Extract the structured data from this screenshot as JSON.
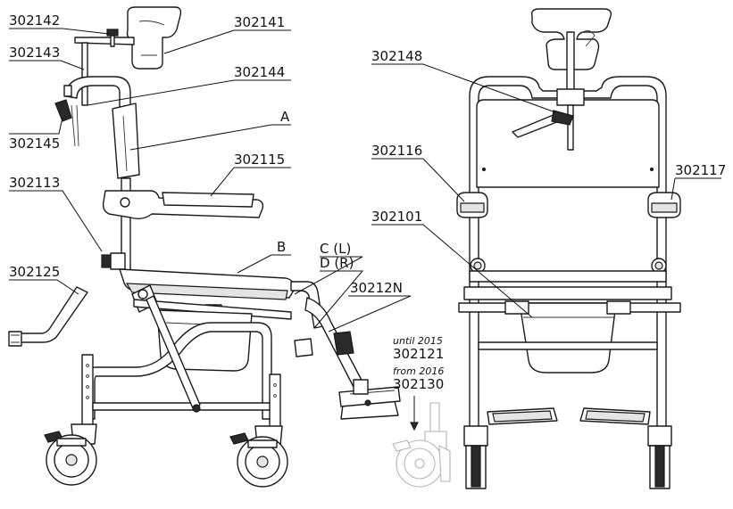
{
  "labels": {
    "p302142": "302142",
    "p302141": "302141",
    "p302143": "302143",
    "p302144": "302144",
    "pA": "A",
    "p302145": "302145",
    "p302115": "302115",
    "p302113": "302113",
    "pB": "B",
    "pCL": "C (L)",
    "pDR": "D (R)",
    "p302125": "302125",
    "p30212N": "30212N",
    "until_note": "until 2015",
    "p302121": "302121",
    "from_note": "from 2016",
    "p302130": "302130",
    "p302148": "302148",
    "p302116": "302116",
    "p302117": "302117",
    "p302101": "302101"
  }
}
